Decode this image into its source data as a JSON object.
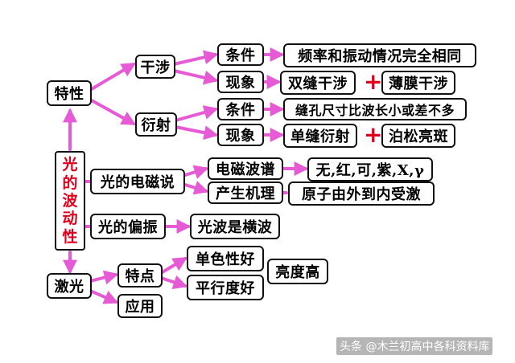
{
  "nodes": {
    "texing": "特性",
    "gansh": "干涉",
    "yansh": "衍射",
    "gansh_tiaojian": "条件",
    "gansh_xianxiang": "现象",
    "gansh_tiaojian_val": "频率和振动情况完全相同",
    "gansh_xx_a": "双缝干涉",
    "gansh_xx_b": "薄膜干涉",
    "yansh_tiaojian": "条件",
    "yansh_xianxiang": "现象",
    "yansh_tiaojian_val": "缝孔尺寸比波长小或差不多",
    "yansh_xx_a": "单缝衍射",
    "yansh_xx_b": "泊松亮斑",
    "center": [
      "光",
      "的",
      "波",
      "动",
      "性"
    ],
    "dianci": "光的电磁说",
    "dianci_pu": "电磁波谱",
    "dianci_pu_val": "无,红,可,紫,X,γ",
    "chansheng": "产生机理",
    "chansheng_val": "原子由外到内受激",
    "pianzhen": "光的偏振",
    "hengbo": "光波是横波",
    "jiguang": "激光",
    "tedian": "特点",
    "yingyong": "应用",
    "danse": "单色性好",
    "pingxing": "平行度好",
    "liangdu": "亮度高"
  },
  "plus_sign": "+",
  "watermark": "头条 @木兰初高中各科资料库",
  "colors": {
    "arrow": "#e75ad6",
    "center_text": "#e0001b",
    "border": "#111111"
  }
}
